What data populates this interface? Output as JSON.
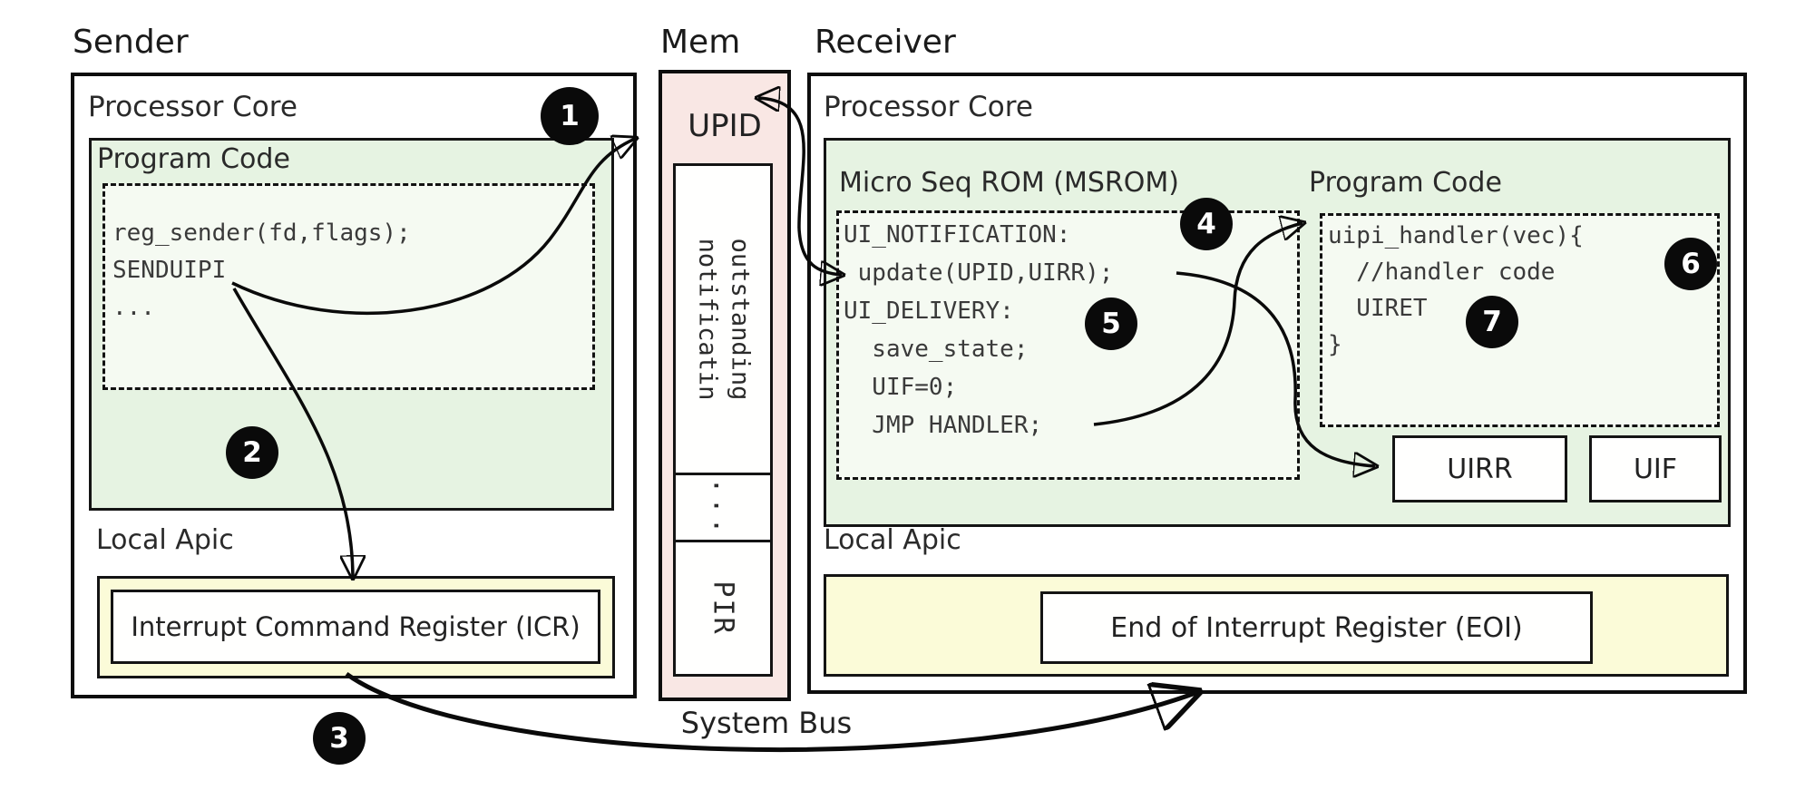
{
  "labels": {
    "sender": "Sender",
    "mem": "Mem",
    "receiver": "Receiver",
    "system_bus": "System Bus"
  },
  "sender": {
    "processor_core_label": "Processor Core",
    "program_code": {
      "title": "Program Code",
      "code_lines": [
        "reg_sender(fd,flags);",
        "SENDUIPI",
        "..."
      ]
    },
    "local_apic": {
      "title": "Local Apic",
      "register": "Interrupt Command Register (ICR)"
    }
  },
  "mem": {
    "upid_label": "UPID",
    "cells": {
      "outstanding_notification": [
        "outstanding",
        "notificatin"
      ],
      "dots": "...",
      "pir": "PIR"
    }
  },
  "receiver": {
    "processor_core_label": "Processor Core",
    "msrom": {
      "title": "Micro Seq ROM (MSROM)",
      "code_lines": [
        "UI_NOTIFICATION:",
        " update(UPID,UIRR);",
        "UI_DELIVERY:",
        "  save_state;",
        "  UIF=0;",
        "  JMP HANDLER;"
      ]
    },
    "program_code": {
      "title": "Program Code",
      "code_lines": [
        "uipi_handler(vec){",
        "  //handler code",
        "  UIRET",
        "}"
      ]
    },
    "registers": {
      "uirr": "UIRR",
      "uif": "UIF"
    },
    "local_apic": {
      "title": "Local Apic",
      "register": "End of Interrupt Register (EOI)"
    }
  },
  "steps": [
    "1",
    "2",
    "3",
    "4",
    "5",
    "6",
    "7"
  ],
  "colors": {
    "green": "#e6f3e2",
    "green-light": "#f5faf2",
    "pink": "#f9e7e4",
    "yellow": "#fbfbd8",
    "ink": "#111111"
  }
}
